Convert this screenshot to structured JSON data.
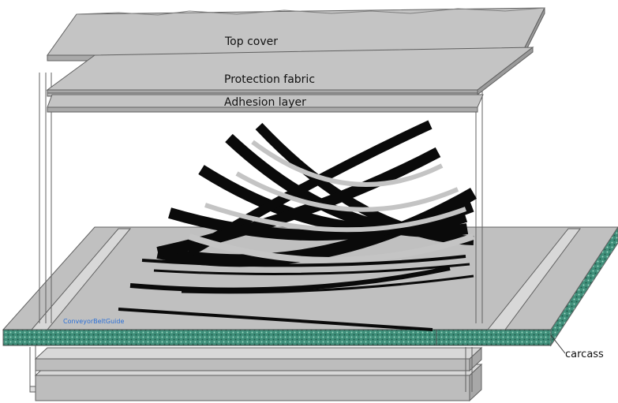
{
  "layers": {
    "top_cover": "Top cover",
    "protection_fabric": "Protection fabric",
    "adhesion_layer": "Adhesion layer"
  },
  "callout": {
    "carcass": "carcass"
  },
  "watermark": "ConveyorBeltGuide",
  "colors": {
    "layer_fill": "#c0c0c0",
    "layer_edge": "#606060",
    "carcass_fabric": "#3f8f7a",
    "cord_dark": "#0a0a0a",
    "cord_light": "#c4c4c4",
    "watermark": "#2a6fd6"
  }
}
